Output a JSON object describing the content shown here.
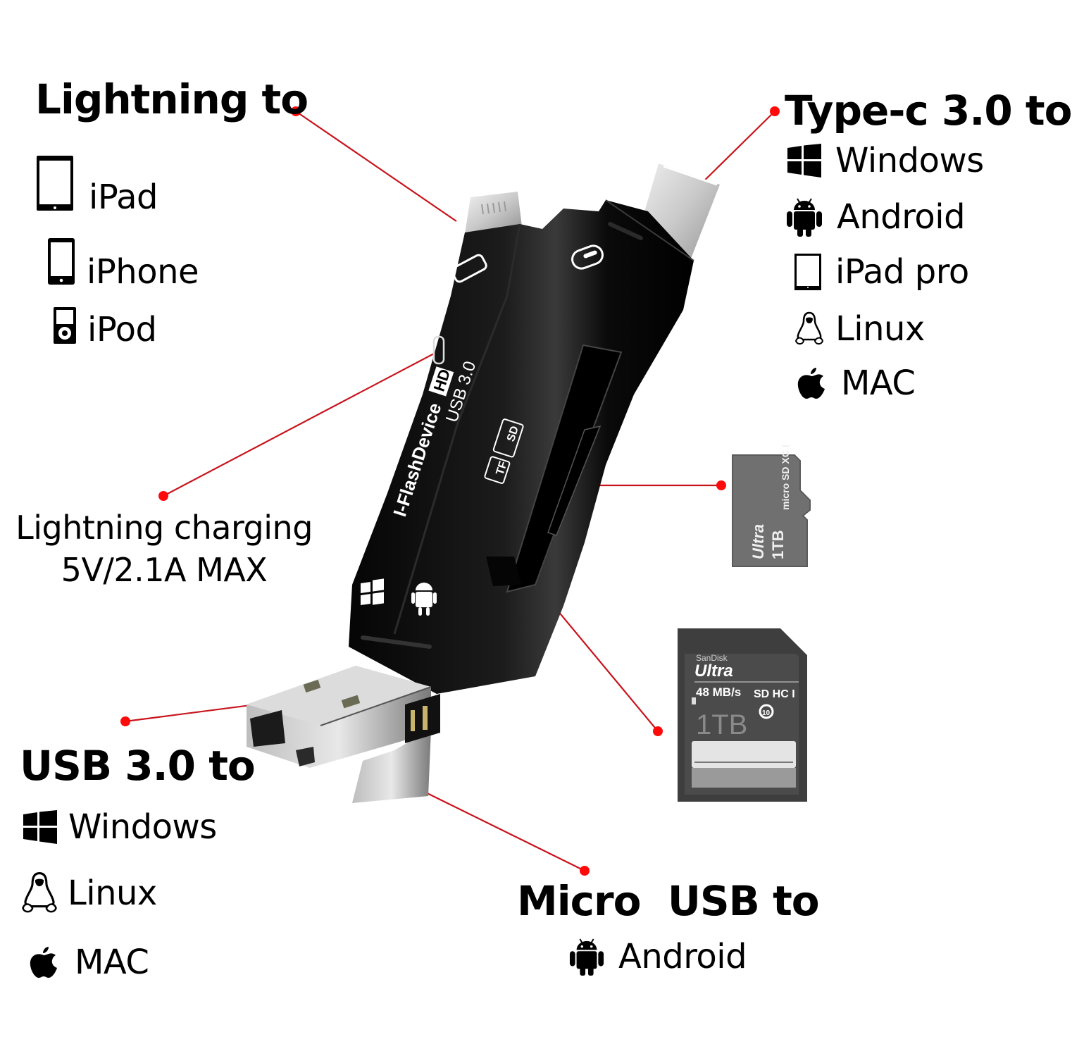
{
  "callouts": {
    "lightning": {
      "heading": "Lightning to",
      "items": [
        {
          "icon": "ipad-icon",
          "label": "iPad"
        },
        {
          "icon": "iphone-icon",
          "label": "iPhone"
        },
        {
          "icon": "ipod-icon",
          "label": "iPod"
        }
      ]
    },
    "typec": {
      "heading": "Type-c 3.0 to",
      "items": [
        {
          "icon": "windows-icon",
          "label": "Windows"
        },
        {
          "icon": "android-icon",
          "label": "Android"
        },
        {
          "icon": "ipad-icon",
          "label": "iPad pro"
        },
        {
          "icon": "linux-icon",
          "label": "Linux"
        },
        {
          "icon": "apple-icon",
          "label": "MAC"
        }
      ]
    },
    "charging": {
      "line1": "Lightning charging",
      "line2": "5V/2.1A MAX"
    },
    "usb": {
      "heading": "USB 3.0 to",
      "items": [
        {
          "icon": "windows-icon",
          "label": "Windows"
        },
        {
          "icon": "linux-icon",
          "label": "Linux"
        },
        {
          "icon": "apple-icon",
          "label": "MAC"
        }
      ]
    },
    "microusb": {
      "heading": "Micro  USB to",
      "items": [
        {
          "icon": "android-icon",
          "label": "Android"
        }
      ]
    }
  },
  "device": {
    "brand_text": "I-FlashDevice",
    "hd_badge": "HD",
    "usb_label": "USB 3.0",
    "slot_labels": {
      "sd": "SD",
      "tf": "TF"
    }
  },
  "cards": {
    "microsd": {
      "brand": "Ultra",
      "capacity": "1TB",
      "type": "micro SD XC I"
    },
    "sd": {
      "maker": "SanDisk",
      "brand": "Ultra",
      "speed": "48 MB/s",
      "capacity": "1TB",
      "type": "SD HC I",
      "class": "10"
    }
  },
  "colors": {
    "callout_red": "#e0141e",
    "device_black": "#0c0c0c",
    "card_gray": "#6f6f6f",
    "text": "#000000"
  }
}
